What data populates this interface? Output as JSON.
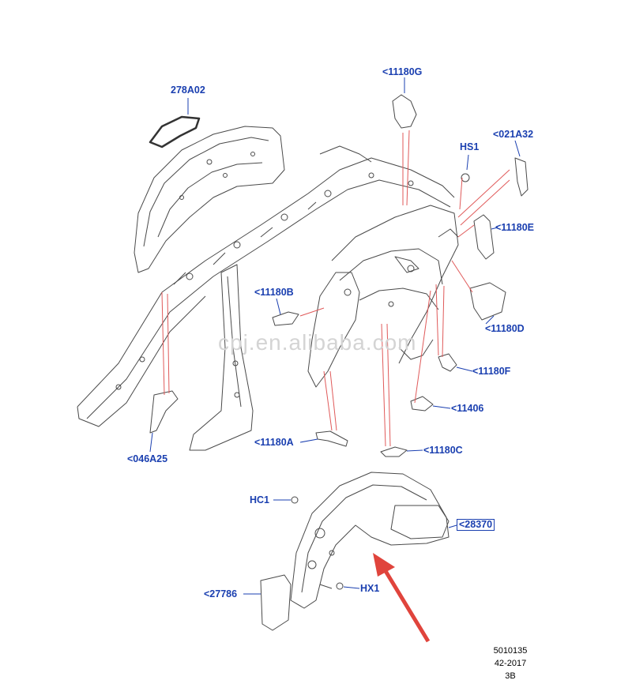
{
  "colors": {
    "callout": "#1a3fb0",
    "leader": "#e05a5a",
    "arrow": "#e0443c",
    "line": "#4a4a4a"
  },
  "callouts": {
    "c278a02": "278A02",
    "c11180g": "<11180G",
    "chs1": "HS1",
    "c021a32": "<021A32",
    "c11180e": "<11180E",
    "c11180b": "<11180B",
    "c11180d": "<11180D",
    "c11180f": "<11180F",
    "c11406": "<11406",
    "c046a25": "<046A25",
    "c11180a": "<11180A",
    "c11180c": "<11180C",
    "chc1": "HC1",
    "c28370": "<28370",
    "c27786": "<27786",
    "chx1": "HX1"
  },
  "watermark": "cpj.en.alibaba.com",
  "reference": {
    "code": "5010135",
    "date": "42-2017",
    "sheet": "3B"
  }
}
